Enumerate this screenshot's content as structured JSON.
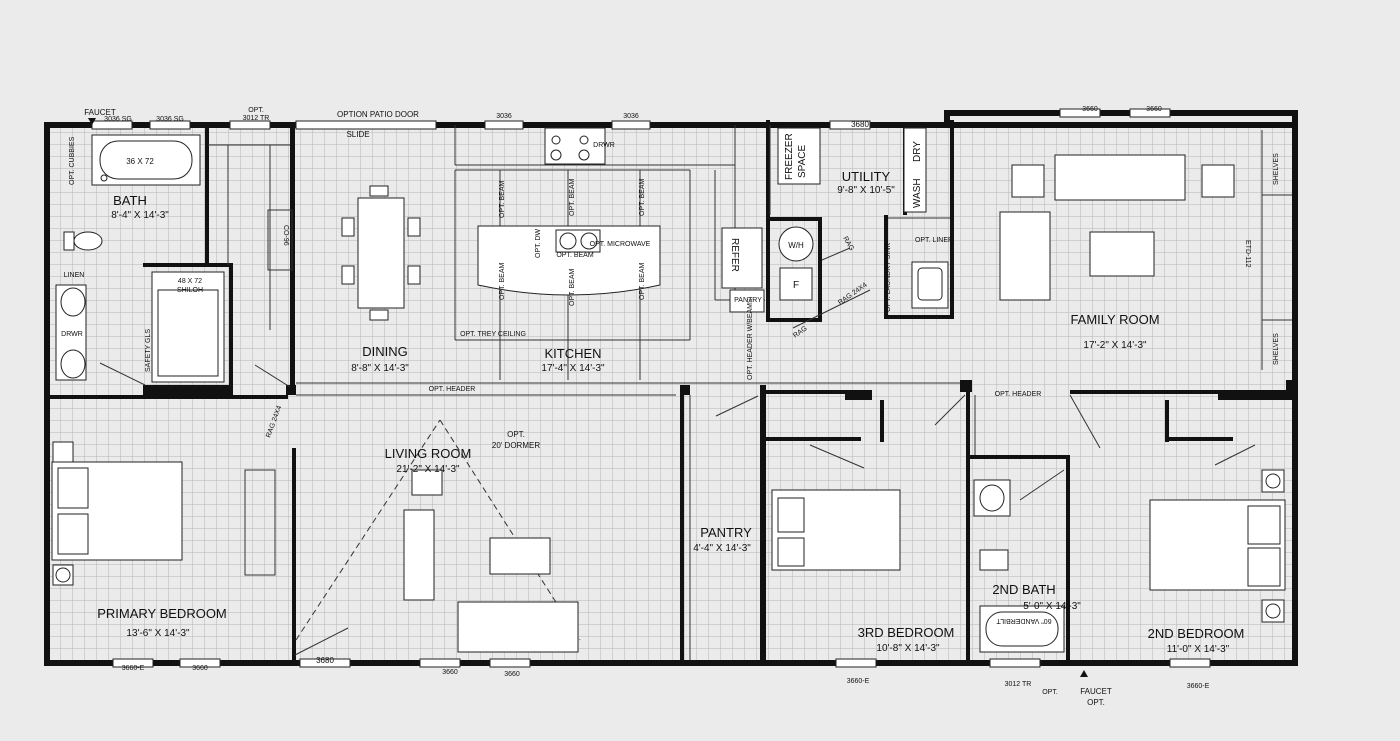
{
  "colors": {
    "paper": "#ebebeb",
    "wall": "#111111",
    "grid": "#b9b9b9",
    "line": "#2a2a2a"
  },
  "rooms": {
    "bath": {
      "name": "BATH",
      "size": "8'-4\" X 14'-3\""
    },
    "dining": {
      "name": "DINING",
      "size": "8'-8\" X 14'-3\""
    },
    "kitchen": {
      "name": "KITCHEN",
      "size": "17'-4\" X 14'-3\""
    },
    "utility": {
      "name": "UTILITY",
      "size": "9'-8\" X 10'-5\""
    },
    "family": {
      "name": "FAMILY ROOM",
      "size": "17'-2\" X 14'-3\""
    },
    "living": {
      "name": "LIVING ROOM",
      "size": "21'-2\" X 14'-3\""
    },
    "pantry": {
      "name": "PANTRY",
      "size": "4'-4\" X 14'-3\""
    },
    "primary": {
      "name": "PRIMARY BEDROOM",
      "size": "13'-6\" X 14'-3\""
    },
    "bed3": {
      "name": "3RD BEDROOM",
      "size": "10'-8\" X 14'-3\""
    },
    "bath2": {
      "name": "2ND BATH",
      "size": "5'-0\" X 14'-3\""
    },
    "bed2": {
      "name": "2ND BEDROOM",
      "size": "11'-0\" X 14'-3\""
    }
  },
  "fixtures": {
    "tub": "36 X 72",
    "shower": "48 X 72",
    "shower_name": "SHILOH",
    "linen": "LINEN",
    "drwr": "DRWR",
    "safety_glass": "SAFETY GLS",
    "opt_cubbies": "OPT. CUBBIES",
    "co_96": "CO-96",
    "freezer": "FREEZER",
    "freezer_space": "SPACE",
    "dry": "DRY",
    "wash": "WASH",
    "wh": "W/H",
    "furnace": "F",
    "refer": "REFER",
    "pantry_cab": "PANTRY",
    "opt_liner": "OPT. LINER",
    "opt_laundry_sink": "OPT. LAUNDRY SINK",
    "rag": "RAG",
    "rag_24x4": "RAG 24X4",
    "rag_24x4_b": "RAG 24X4",
    "shelves": "SHELVES",
    "etd": "ETD-112",
    "vanderbilt": "60\" VANDERBILT",
    "opt_microwave": "OPT. MICROWAVE",
    "opt_dw": "OPT. DW",
    "opt_beam": "OPT. BEAM",
    "opt_trey": "OPT. TREY CEILING",
    "opt_header": "OPT. HEADER",
    "opt_header_w_beams": "OPT. HEADER W/BEAMS",
    "opt_20_dormer_1": "OPT.",
    "opt_20_dormer_2": "20' DORMER"
  },
  "exterior": {
    "faucet_top": "FAUCET",
    "w_3036_sg_1": "3036 SG",
    "w_3036_sg_2": "3036 SG",
    "w_opt": "OPT.",
    "w_3012_tr": "3012 TR",
    "patio_door": "OPTION PATIO DOOR",
    "slide": "SLIDE",
    "w_3036_a": "3036",
    "w_3036_b": "3036",
    "door_3680_top": "3680",
    "w_3660_a": "3660",
    "w_3660_b": "3660",
    "w_3660e_1": "3660-E",
    "w_3660_1": "3660",
    "door_3680_bottom": "3680",
    "w_3660_2": "3660",
    "w_3660_3": "3660",
    "w_3660e_2": "3660-E",
    "w_3012_tr_bottom": "3012 TR",
    "opt_bottom": "OPT.",
    "faucet_bottom": "FAUCET",
    "faucet_opt": "OPT.",
    "w_3660e_3": "3660-E"
  }
}
